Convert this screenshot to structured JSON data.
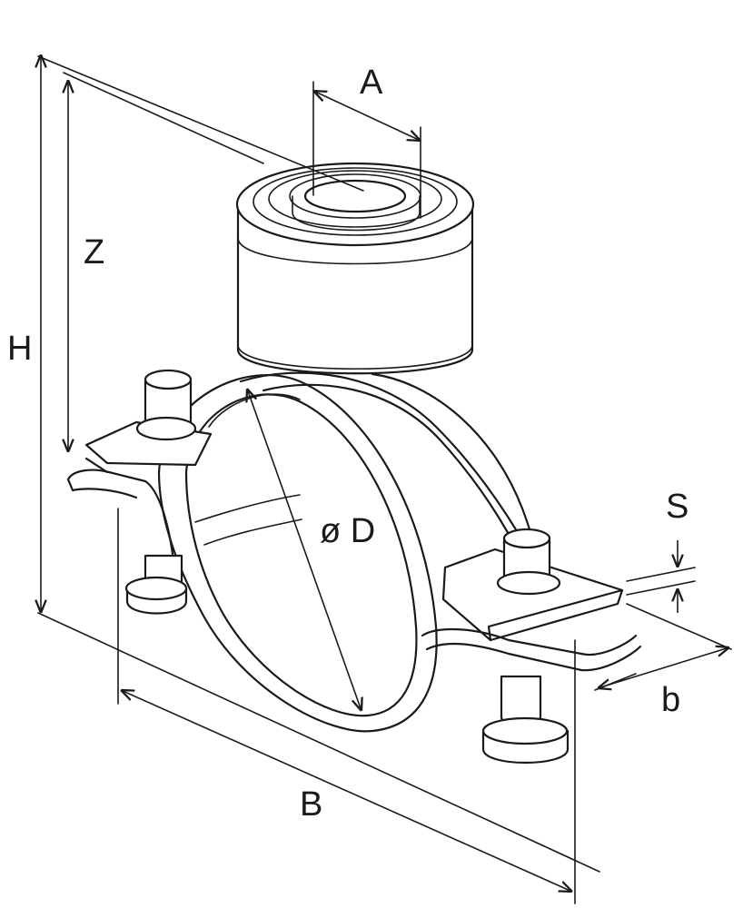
{
  "labels": {
    "A": "A",
    "Z": "Z",
    "H": "H",
    "D": "ø D",
    "S": "S",
    "b": "b",
    "B": "B"
  }
}
